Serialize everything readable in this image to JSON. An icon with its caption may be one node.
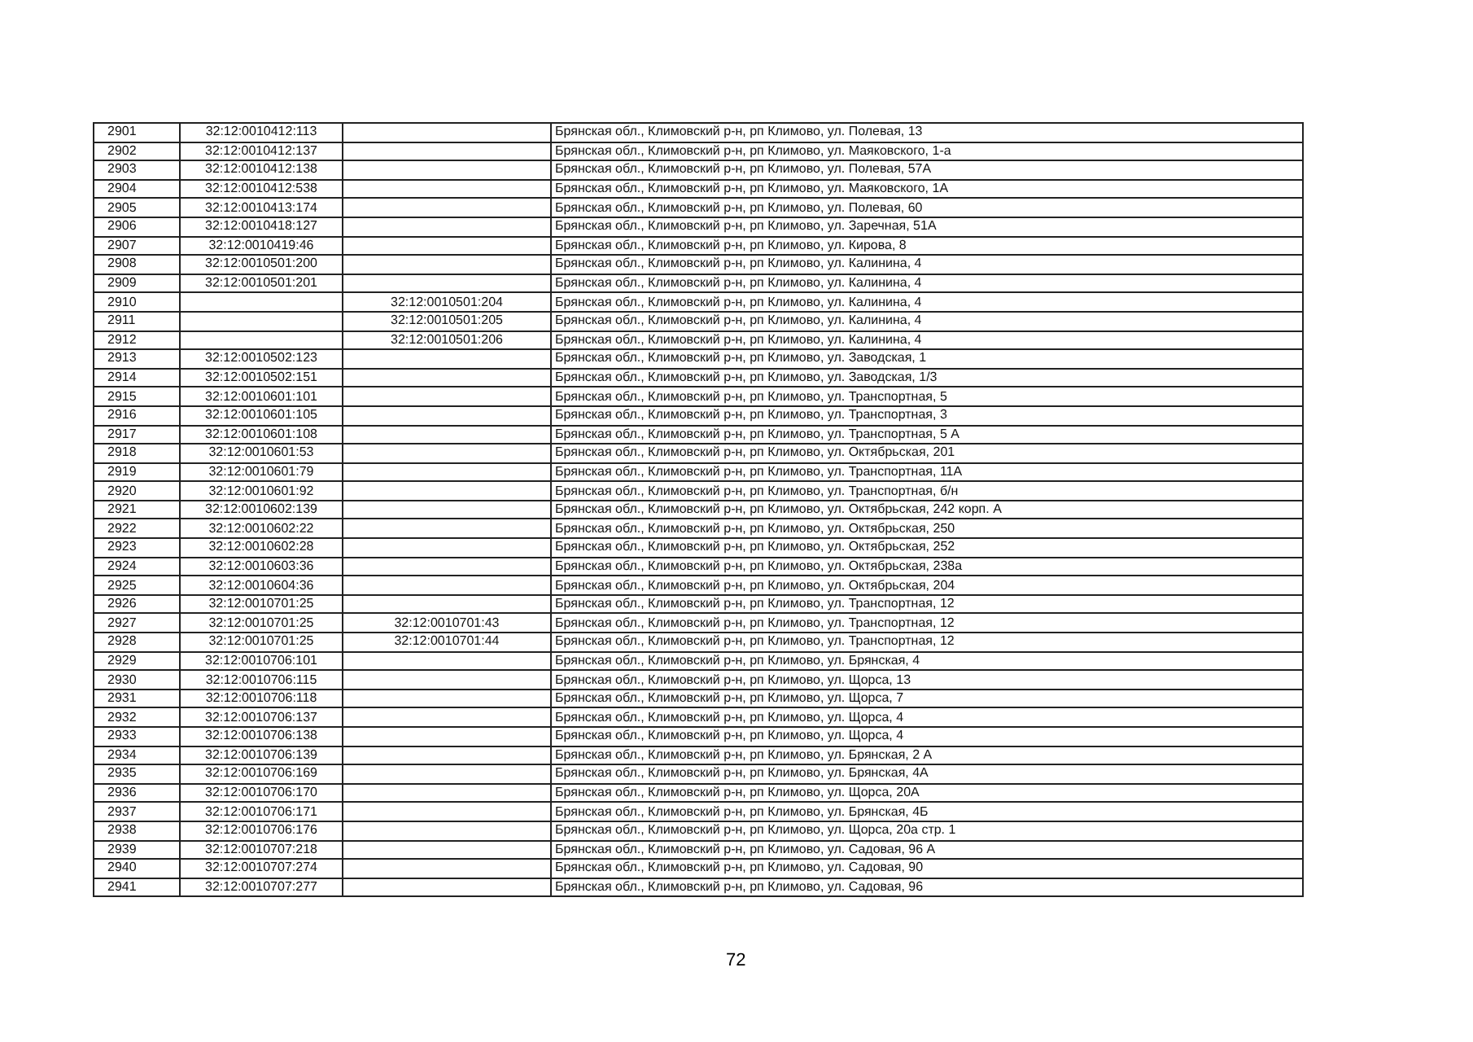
{
  "diagram": {
    "labels": [
      "2901",
      "32:12:0010412:113",
      "Брянская обл., Климовский р-н, рп Климово, ул. Полевая, 13",
      "2902",
      "32:12:0010412:137",
      "Брянская обл., Климовский р-н, рп Климово, ул. Маяковского, 1-а",
      "2903",
      "32:12:0010412:138",
      "Брянская обл., Климовский р-н, рп Климово, ул. Полевая, 57А",
      "2904",
      "32:12:0010412:538",
      "Брянская обл., Климовский р-н, рп Климово, ул. Маяковского, 1А",
      "2905",
      "32:12:0010413:174",
      "Брянская обл., Климовский р-н, рп Климово, ул. Полевая, 60",
      "2906",
      "32:12:0010418:127",
      "Брянская обл., Климовский р-н, рп Климово, ул. Заречная, 51А",
      "2907",
      "32:12:0010419:46",
      "Брянская обл., Климовский р-н, рп Климово, ул. Кирова, 8",
      "2908",
      "32:12:0010501:200",
      "Брянская обл., Климовский р-н, рп Климово, ул. Калинина, 4",
      "2909",
      "32:12:0010501:201",
      "Брянская обл., Климовский р-н, рп Климово, ул. Калинина, 4",
      "2910",
      "32:12:0010501:204",
      "Брянская обл., Климовский р-н, рп Климово, ул. Калинина, 4",
      "2911",
      "32:12:0010501:205",
      "Брянская обл., Климовский р-н, рп Климово, ул. Калинина, 4",
      "2912",
      "32:12:0010501:206",
      "Брянская обл., Климовский р-н, рп Климово, ул. Калинина, 4",
      "2913",
      "32:12:0010502:123",
      "Брянская обл., Климовский р-н, рп Климово, ул. Заводская, 1",
      "2914",
      "32:12:0010502:151",
      "Брянская обл., Климовский р-н, рп Климово, ул. Заводская, 1/3",
      "2915",
      "32:12:0010601:101",
      "Брянская обл., Климовский р-н, рп Климово, ул. Транспортная, 5",
      "2916",
      "32:12:0010601:105",
      "Брянская обл., Климовский р-н, рп Климово, ул. Транспортная, 3",
      "2917",
      "32:12:0010601:108",
      "Брянская обл., Климовский р-н, рп Климово, ул. Транспортная, 5 А",
      "2918",
      "32:12:0010601:53",
      "Брянская обл., Климовский р-н, рп Климово, ул. Октябрьская, 201",
      "2919",
      "32:12:0010601:79",
      "Брянская обл., Климовский р-н, рп Климово, ул. Транспортная, 11А",
      "2920",
      "32:12:0010601:92",
      "Брянская обл., Климовский р-н, рп Климово, ул. Транспортная, б/н",
      "2921",
      "32:12:0010602:139",
      "Брянская обл., Климовский р-н, рп Климово, ул. Октябрьская, 242 корп. А",
      "2922",
      "32:12:0010602:22",
      "Брянская обл., Климовский р-н, рп Климово, ул. Октябрьская, 250",
      "2923",
      "32:12:0010602:28",
      "Брянская обл., Климовский р-н, рп Климово, ул. Октябрьская, 252",
      "2924",
      "32:12:0010603:36",
      "Брянская обл., Климовский р-н, рп Климово, ул. Октябрьская, 238а",
      "2925",
      "32:12:0010604:36",
      "Брянская обл., Климовский р-н, рп Климово, ул. Октябрьская, 204",
      "2926",
      "32:12:0010701:25",
      "Брянская обл., Климовский р-н, рп Климово, ул. Транспортная, 12",
      "2927",
      "32:12:0010701:25",
      "32:12:0010701:43",
      "Брянская обл., Климовский р-н, рп Климово, ул. Транспортная, 12",
      "2928",
      "32:12:0010701:25",
      "32:12:0010701:44",
      "Брянская обл., Климовский р-н, рп Климово, ул. Транспортная, 12",
      "2929",
      "32:12:0010706:101",
      "Брянская обл., Климовский р-н, рп Климово, ул. Брянская, 4",
      "2930",
      "32:12:0010706:115",
      "Брянская обл., Климовский р-н, рп Климово, ул. Щорса, 13",
      "2931",
      "32:12:0010706:118",
      "Брянская обл., Климовский р-н, рп Климово, ул. Щорса, 7",
      "2932",
      "32:12:0010706:137",
      "Брянская обл., Климовский р-н, рп Климово, ул. Щорса, 4",
      "2933",
      "32:12:0010706:138",
      "Брянская обл., Климовский р-н, рп Климово, ул. Щорса, 4",
      "2934",
      "32:12:0010706:139",
      "Брянская обл., Климовский р-н, рп Климово, ул. Брянская, 2 А",
      "2935",
      "32:12:0010706:169",
      "Брянская обл., Климовский р-н, рп Климово, ул. Брянская, 4А",
      "2936",
      "32:12:0010706:170",
      "Брянская обл., Климовский р-н, рп Климово, ул. Щорса, 20А",
      "2937",
      "32:12:0010706:171",
      "Брянская обл., Климовский р-н, рп Климово, ул. Брянская, 4Б",
      "2938",
      "32:12:0010706:176",
      "Брянская обл., Климовский р-н, рп Климово, ул. Щорса, 20а стр. 1",
      "2939",
      "32:12:0010707:218",
      "Брянская обл., Климовский р-н, рп Климово, ул. Садовая, 96 А",
      "2940",
      "32:12:0010707:274",
      "Брянская обл., Климовский р-н, рп Климово, ул. Садовая, 90",
      "2941",
      "32:12:0010707:277",
      "Брянская обл., Климовский р-н, рп Климово, ул. Садовая, 96",
      "72"
    ]
  }
}
